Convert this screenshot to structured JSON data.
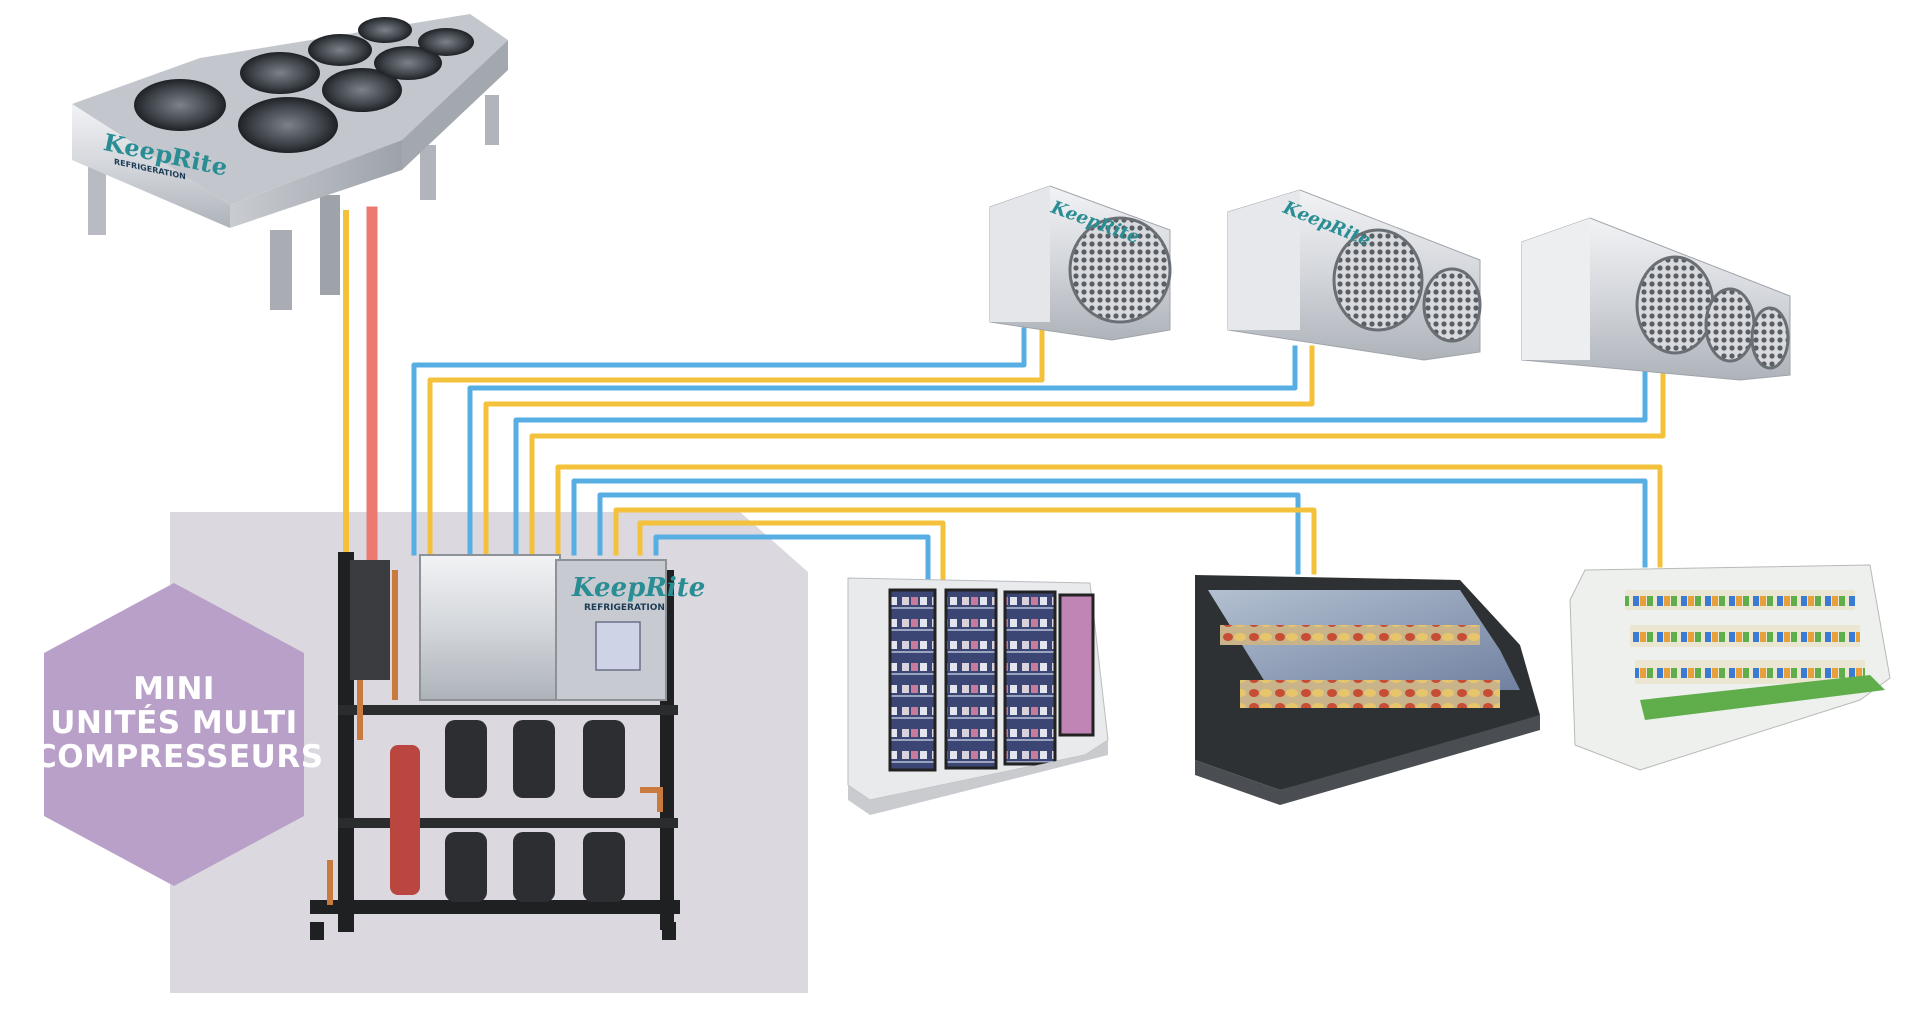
{
  "label": {
    "lines": [
      "MINI",
      "UNITÉS MULTI",
      "COMPRESSEURS"
    ],
    "color": "#b9a0c9"
  },
  "brand": {
    "name": "KeepRite",
    "sub": "REFRIGERATION"
  },
  "colors": {
    "liquid_line": "#f3c13a",
    "suction_line": "#57aee3",
    "discharge_line": "#ec7a70",
    "panel_bg": "#dcd8df"
  },
  "components": [
    "condenser",
    "compressor-rack",
    "evaporator-1-fan",
    "evaporator-2-fan",
    "evaporator-3-fan",
    "reach-in-freezer",
    "deli-service-case",
    "open-multideck-case"
  ]
}
